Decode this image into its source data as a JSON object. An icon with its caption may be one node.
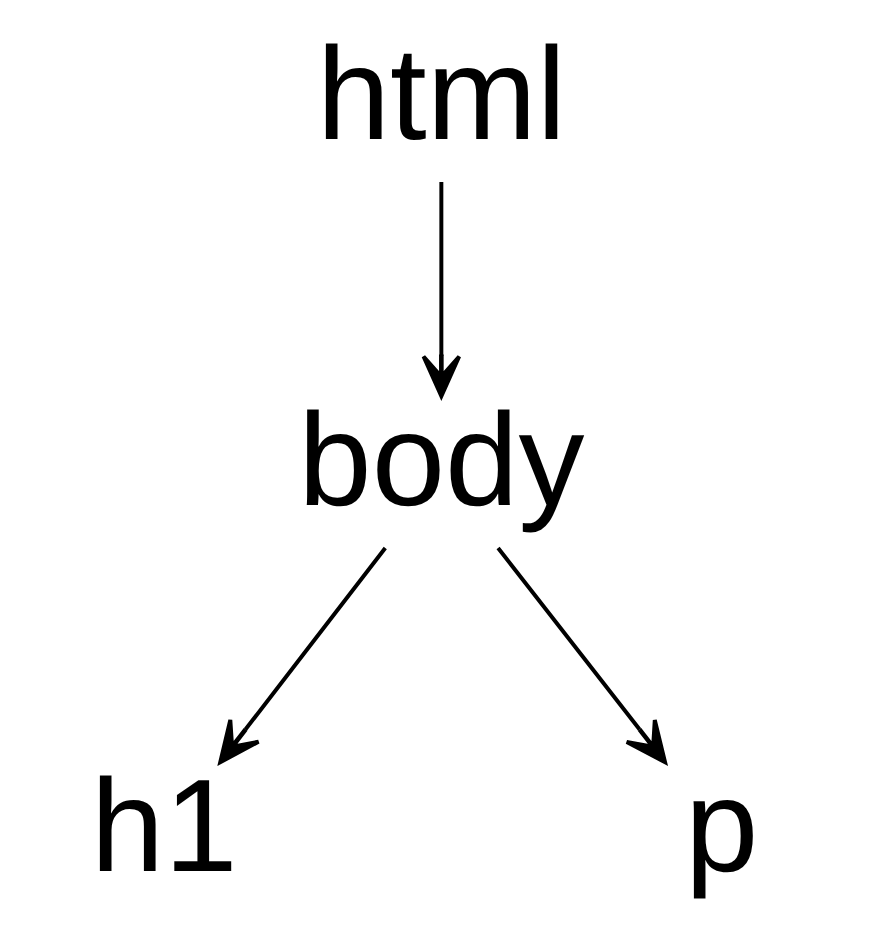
{
  "diagram": {
    "nodes": [
      {
        "text": [
          "html"
        ]
      },
      {
        "text": [
          "body"
        ]
      },
      {
        "text": [
          "h1"
        ]
      },
      {
        "text": [
          "p"
        ]
      }
    ],
    "edges": [
      {
        "from": 0,
        "to": 1,
        "arrow": "to"
      },
      {
        "from": 1,
        "to": 2,
        "arrow": "to"
      },
      {
        "from": 1,
        "to": 3,
        "arrow": "to"
      }
    ]
  }
}
